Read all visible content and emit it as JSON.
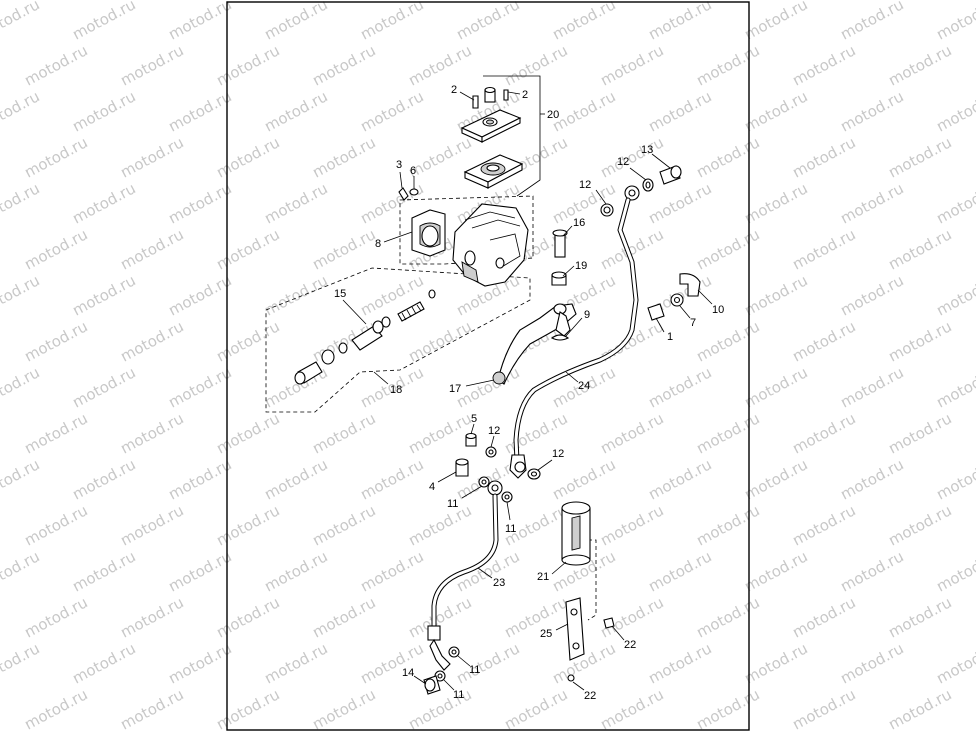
{
  "watermark": {
    "text": "motod.ru",
    "color": "#c8c8c8"
  },
  "colors": {
    "frame": "#000000",
    "line": "#000000",
    "background": "#ffffff"
  },
  "callouts": [
    {
      "id": "c2a",
      "label": "2"
    },
    {
      "id": "c2b",
      "label": "2"
    },
    {
      "id": "c20",
      "label": "20"
    },
    {
      "id": "c3",
      "label": "3"
    },
    {
      "id": "c6",
      "label": "6"
    },
    {
      "id": "c8",
      "label": "8"
    },
    {
      "id": "c13",
      "label": "13"
    },
    {
      "id": "c12a",
      "label": "12"
    },
    {
      "id": "c12b",
      "label": "12"
    },
    {
      "id": "c16",
      "label": "16"
    },
    {
      "id": "c19",
      "label": "19"
    },
    {
      "id": "c15",
      "label": "15"
    },
    {
      "id": "c9",
      "label": "9"
    },
    {
      "id": "c10",
      "label": "10"
    },
    {
      "id": "c7",
      "label": "7"
    },
    {
      "id": "c1",
      "label": "1"
    },
    {
      "id": "c17",
      "label": "17"
    },
    {
      "id": "c24",
      "label": "24"
    },
    {
      "id": "c18",
      "label": "18"
    },
    {
      "id": "c5",
      "label": "5"
    },
    {
      "id": "c12c",
      "label": "12"
    },
    {
      "id": "c12d",
      "label": "12"
    },
    {
      "id": "c4",
      "label": "4"
    },
    {
      "id": "c11a",
      "label": "11"
    },
    {
      "id": "c11b",
      "label": "11"
    },
    {
      "id": "c23",
      "label": "23"
    },
    {
      "id": "c21",
      "label": "21"
    },
    {
      "id": "c25",
      "label": "25"
    },
    {
      "id": "c22a",
      "label": "22"
    },
    {
      "id": "c11c",
      "label": "11"
    },
    {
      "id": "c14",
      "label": "14"
    },
    {
      "id": "c11d",
      "label": "11"
    },
    {
      "id": "c22b",
      "label": "22"
    }
  ]
}
